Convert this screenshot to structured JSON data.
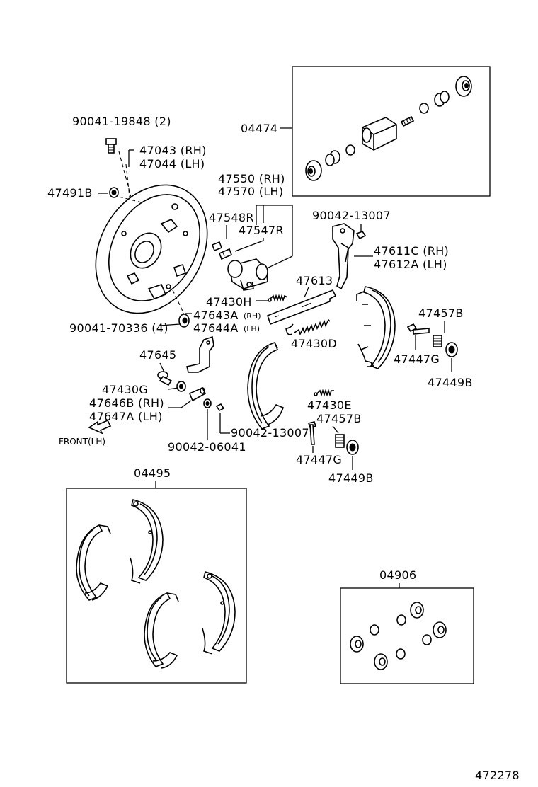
{
  "labels": {
    "p04474": "04474",
    "p90041_19848": "90041-19848 (2)",
    "p47043": "47043 (RH)",
    "p47044": "47044 (LH)",
    "p47491B": "47491B",
    "p47550": "47550 (RH)",
    "p47570": "47570 (LH)",
    "p47548R": "47548R",
    "p47547R": "47547R",
    "p90042_13007_top": "90042-13007",
    "p47611C": "47611C (RH)",
    "p47612A": "47612A (LH)",
    "p47613": "47613",
    "p47430H": "47430H",
    "p47643A": "47643A",
    "p47643A_side": "(RH)",
    "p47644A": "47644A",
    "p47644A_side": "(LH)",
    "p90041_70336": "90041-70336 (4)",
    "p47457B_right": "47457B",
    "p47430D": "47430D",
    "p47645": "47645",
    "p47447G_right": "47447G",
    "p47449B_right": "47449B",
    "p47430G": "47430G",
    "p47646B": "47646B (RH)",
    "p47647A": "47647A (LH)",
    "p47430E": "47430E",
    "p47457B_mid": "47457B",
    "front": "FRONT(LH)",
    "p90042_13007_bottom": "90042-13007",
    "p90042_06041": "90042-06041",
    "p47447G_mid": "47447G",
    "p47449B_mid": "47449B",
    "p04495": "04495",
    "p04906": "04906",
    "diagram_id": "472278"
  }
}
